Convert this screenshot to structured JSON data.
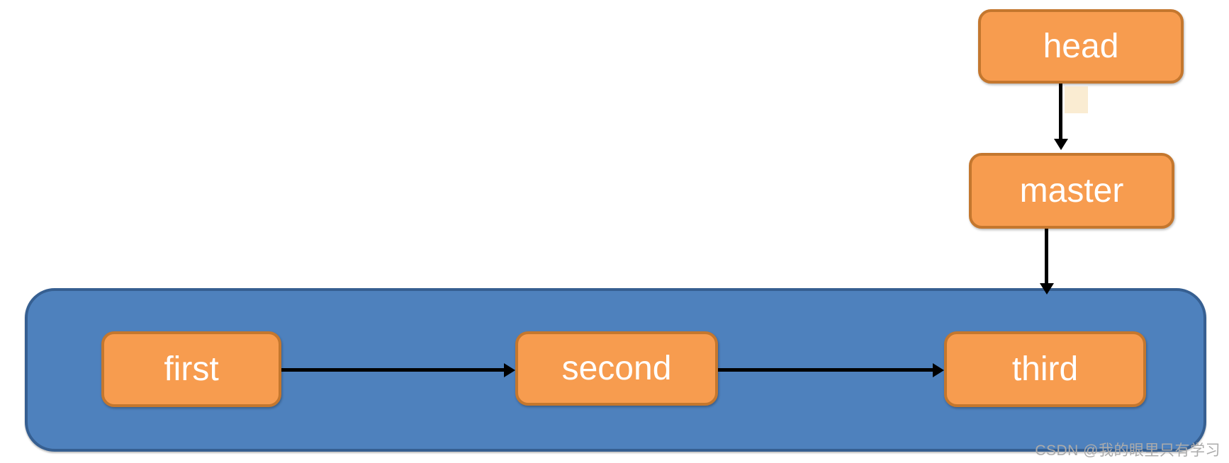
{
  "diagram": {
    "title": "git head/master branch pointer diagram",
    "nodes": [
      {
        "id": "head",
        "label": "head"
      },
      {
        "id": "master",
        "label": "master"
      },
      {
        "id": "first",
        "label": "first"
      },
      {
        "id": "second",
        "label": "second"
      },
      {
        "id": "third",
        "label": "third"
      }
    ],
    "connectors": [
      {
        "from": "head",
        "to": "master",
        "direction": "down"
      },
      {
        "from": "master",
        "to": "commit-list-container",
        "direction": "down"
      },
      {
        "from": "first",
        "to": "second",
        "direction": "right"
      },
      {
        "from": "second",
        "to": "third",
        "direction": "right"
      }
    ]
  },
  "colors": {
    "node-fill": "#F79C4F",
    "node-border": "#C4772E",
    "container-fill": "#4E81BD",
    "container-border": "#365F91",
    "arrow": "#000000",
    "highlight": "#FAECD2",
    "watermark": "#ABABAB",
    "label-text": "#FFFFFF"
  },
  "watermark": {
    "text": "CSDN @我的眼里只有学习"
  }
}
